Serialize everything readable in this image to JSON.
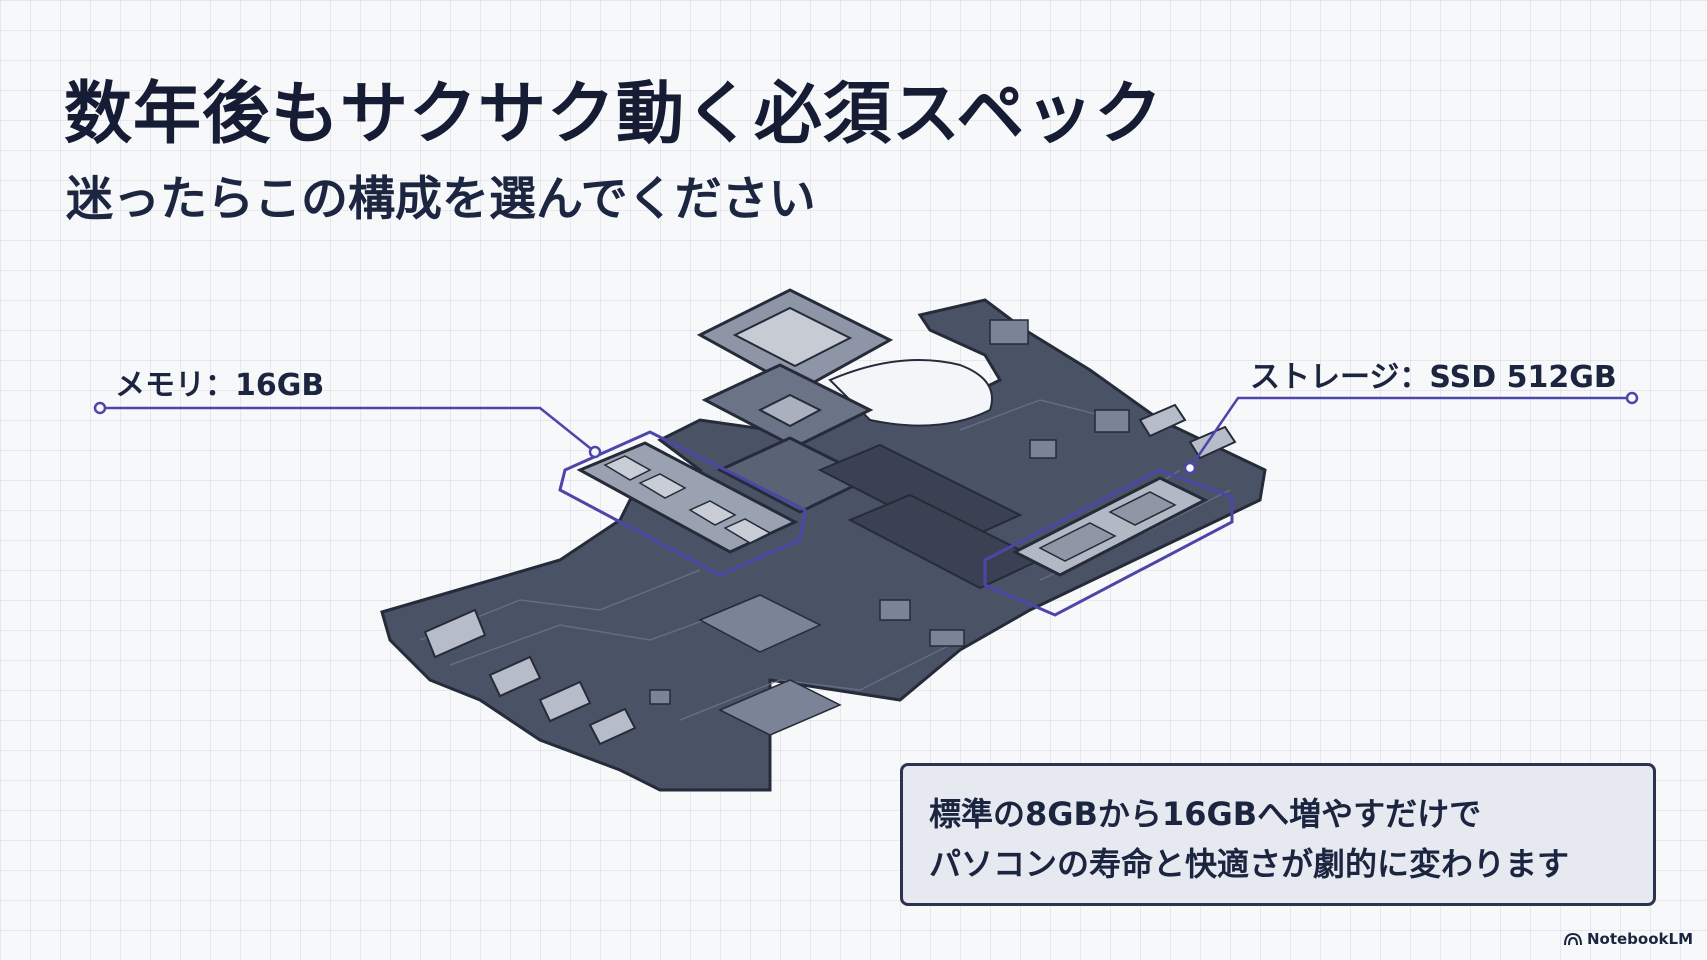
{
  "title": "数年後もサクサク動く必須スペック",
  "subtitle": "迷ったらこの構成を選んでください",
  "callouts": {
    "memory": "メモリ：16GB",
    "storage": "ストレージ：SSD 512GB"
  },
  "note": {
    "line1": "標準の8GBから16GBへ増やすだけで",
    "line2": "パソコンの寿命と快適さが劇的に変わります"
  },
  "brand": {
    "name": "NotebookLM",
    "icon": "notebooklm-logo-icon"
  },
  "colors": {
    "board": "#4a5266",
    "board_dark": "#2f3647",
    "highlight": "#4c46a8",
    "title": "#151c33"
  }
}
